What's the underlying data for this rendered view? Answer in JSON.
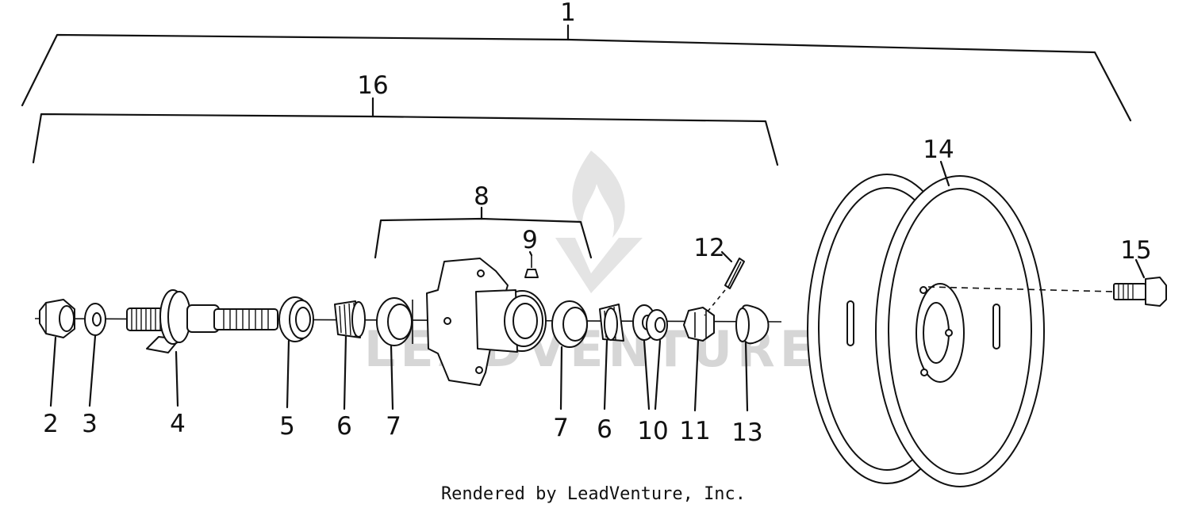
{
  "callouts": {
    "c1": "1",
    "c2": "2",
    "c3": "3",
    "c4": "4",
    "c5": "5",
    "c6a": "6",
    "c6b": "6",
    "c7a": "7",
    "c7b": "7",
    "c8": "8",
    "c9": "9",
    "c10": "10",
    "c11": "11",
    "c12": "12",
    "c13": "13",
    "c14": "14",
    "c15": "15",
    "c16": "16"
  },
  "watermark": "LEADVENTURE",
  "credit": "Rendered by LeadVenture, Inc.",
  "colors": {
    "ink": "#111111",
    "watermark": "#d6d6d6",
    "background": "#ffffff"
  }
}
